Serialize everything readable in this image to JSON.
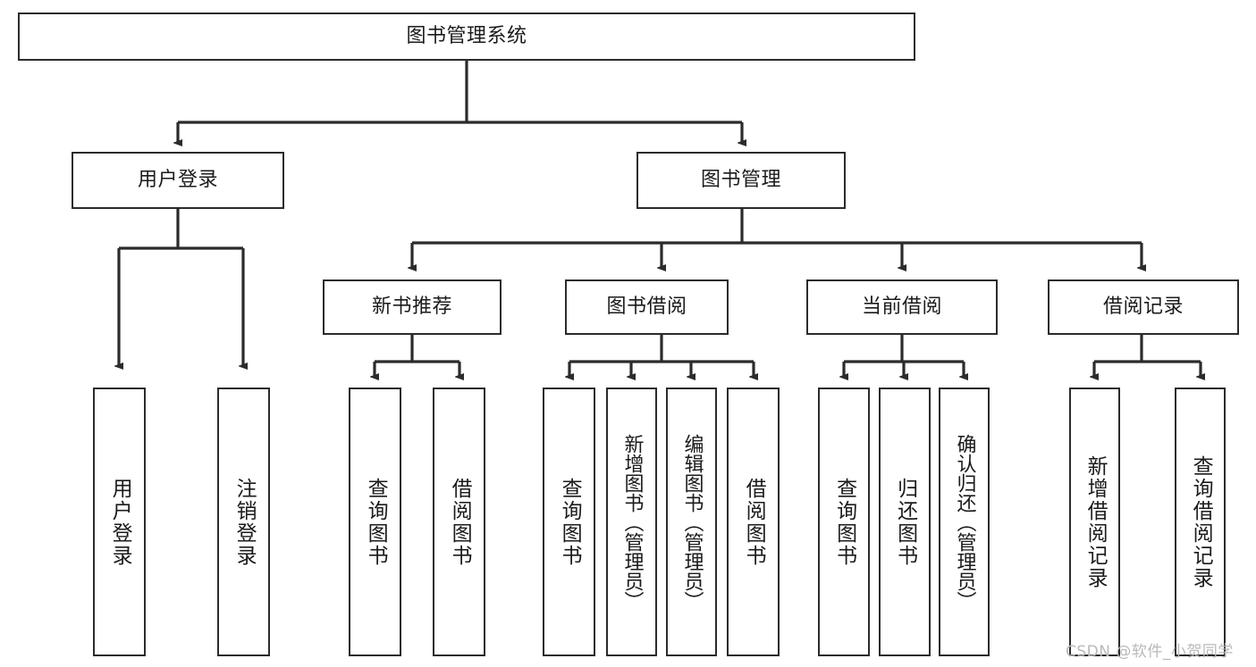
{
  "diagram": {
    "title": "图书管理系统",
    "type": "tree-hierarchy",
    "orientation": "top-down",
    "colors": {
      "box_border": "#2b2b2b",
      "box_fill": "#ffffff",
      "edge": "#2b2b2b",
      "text": "#1b1b1b",
      "watermark": "#b9b9b9",
      "background": "#ffffff"
    },
    "nodes": {
      "root": {
        "label": "图书管理系统"
      },
      "level2": [
        {
          "id": "user-login",
          "label": "用户登录"
        },
        {
          "id": "book-manage",
          "label": "图书管理"
        }
      ],
      "level3": [
        {
          "id": "new-book-recommend",
          "label": "新书推荐"
        },
        {
          "id": "book-borrow",
          "label": "图书借阅"
        },
        {
          "id": "current-borrow",
          "label": "当前借阅"
        },
        {
          "id": "borrow-record",
          "label": "借阅记录"
        }
      ],
      "leaves": {
        "user-login": [
          {
            "id": "leaf-user-login",
            "label": "用户登录"
          },
          {
            "id": "leaf-user-logout",
            "label": "注销登录"
          }
        ],
        "new-book-recommend": [
          {
            "id": "leaf-query-book-1",
            "label": "查询图书"
          },
          {
            "id": "leaf-borrow-book-1",
            "label": "借阅图书"
          }
        ],
        "book-borrow": [
          {
            "id": "leaf-query-book-2",
            "label": "查询图书"
          },
          {
            "id": "leaf-add-book-admin",
            "label": "新增图书（管理员）"
          },
          {
            "id": "leaf-edit-book-admin",
            "label": "编辑图书（管理员）"
          },
          {
            "id": "leaf-borrow-book-2",
            "label": "借阅图书"
          }
        ],
        "current-borrow": [
          {
            "id": "leaf-query-book-3",
            "label": "查询图书"
          },
          {
            "id": "leaf-return-book",
            "label": "归还图书"
          },
          {
            "id": "leaf-confirm-return-admin",
            "label": "确认归还（管理员）"
          }
        ],
        "borrow-record": [
          {
            "id": "leaf-add-borrow-record",
            "label": "新增借阅记录"
          },
          {
            "id": "leaf-query-borrow-record",
            "label": "查询借阅记录"
          }
        ]
      }
    },
    "watermark": "CSDN @软件_小贺同学"
  }
}
